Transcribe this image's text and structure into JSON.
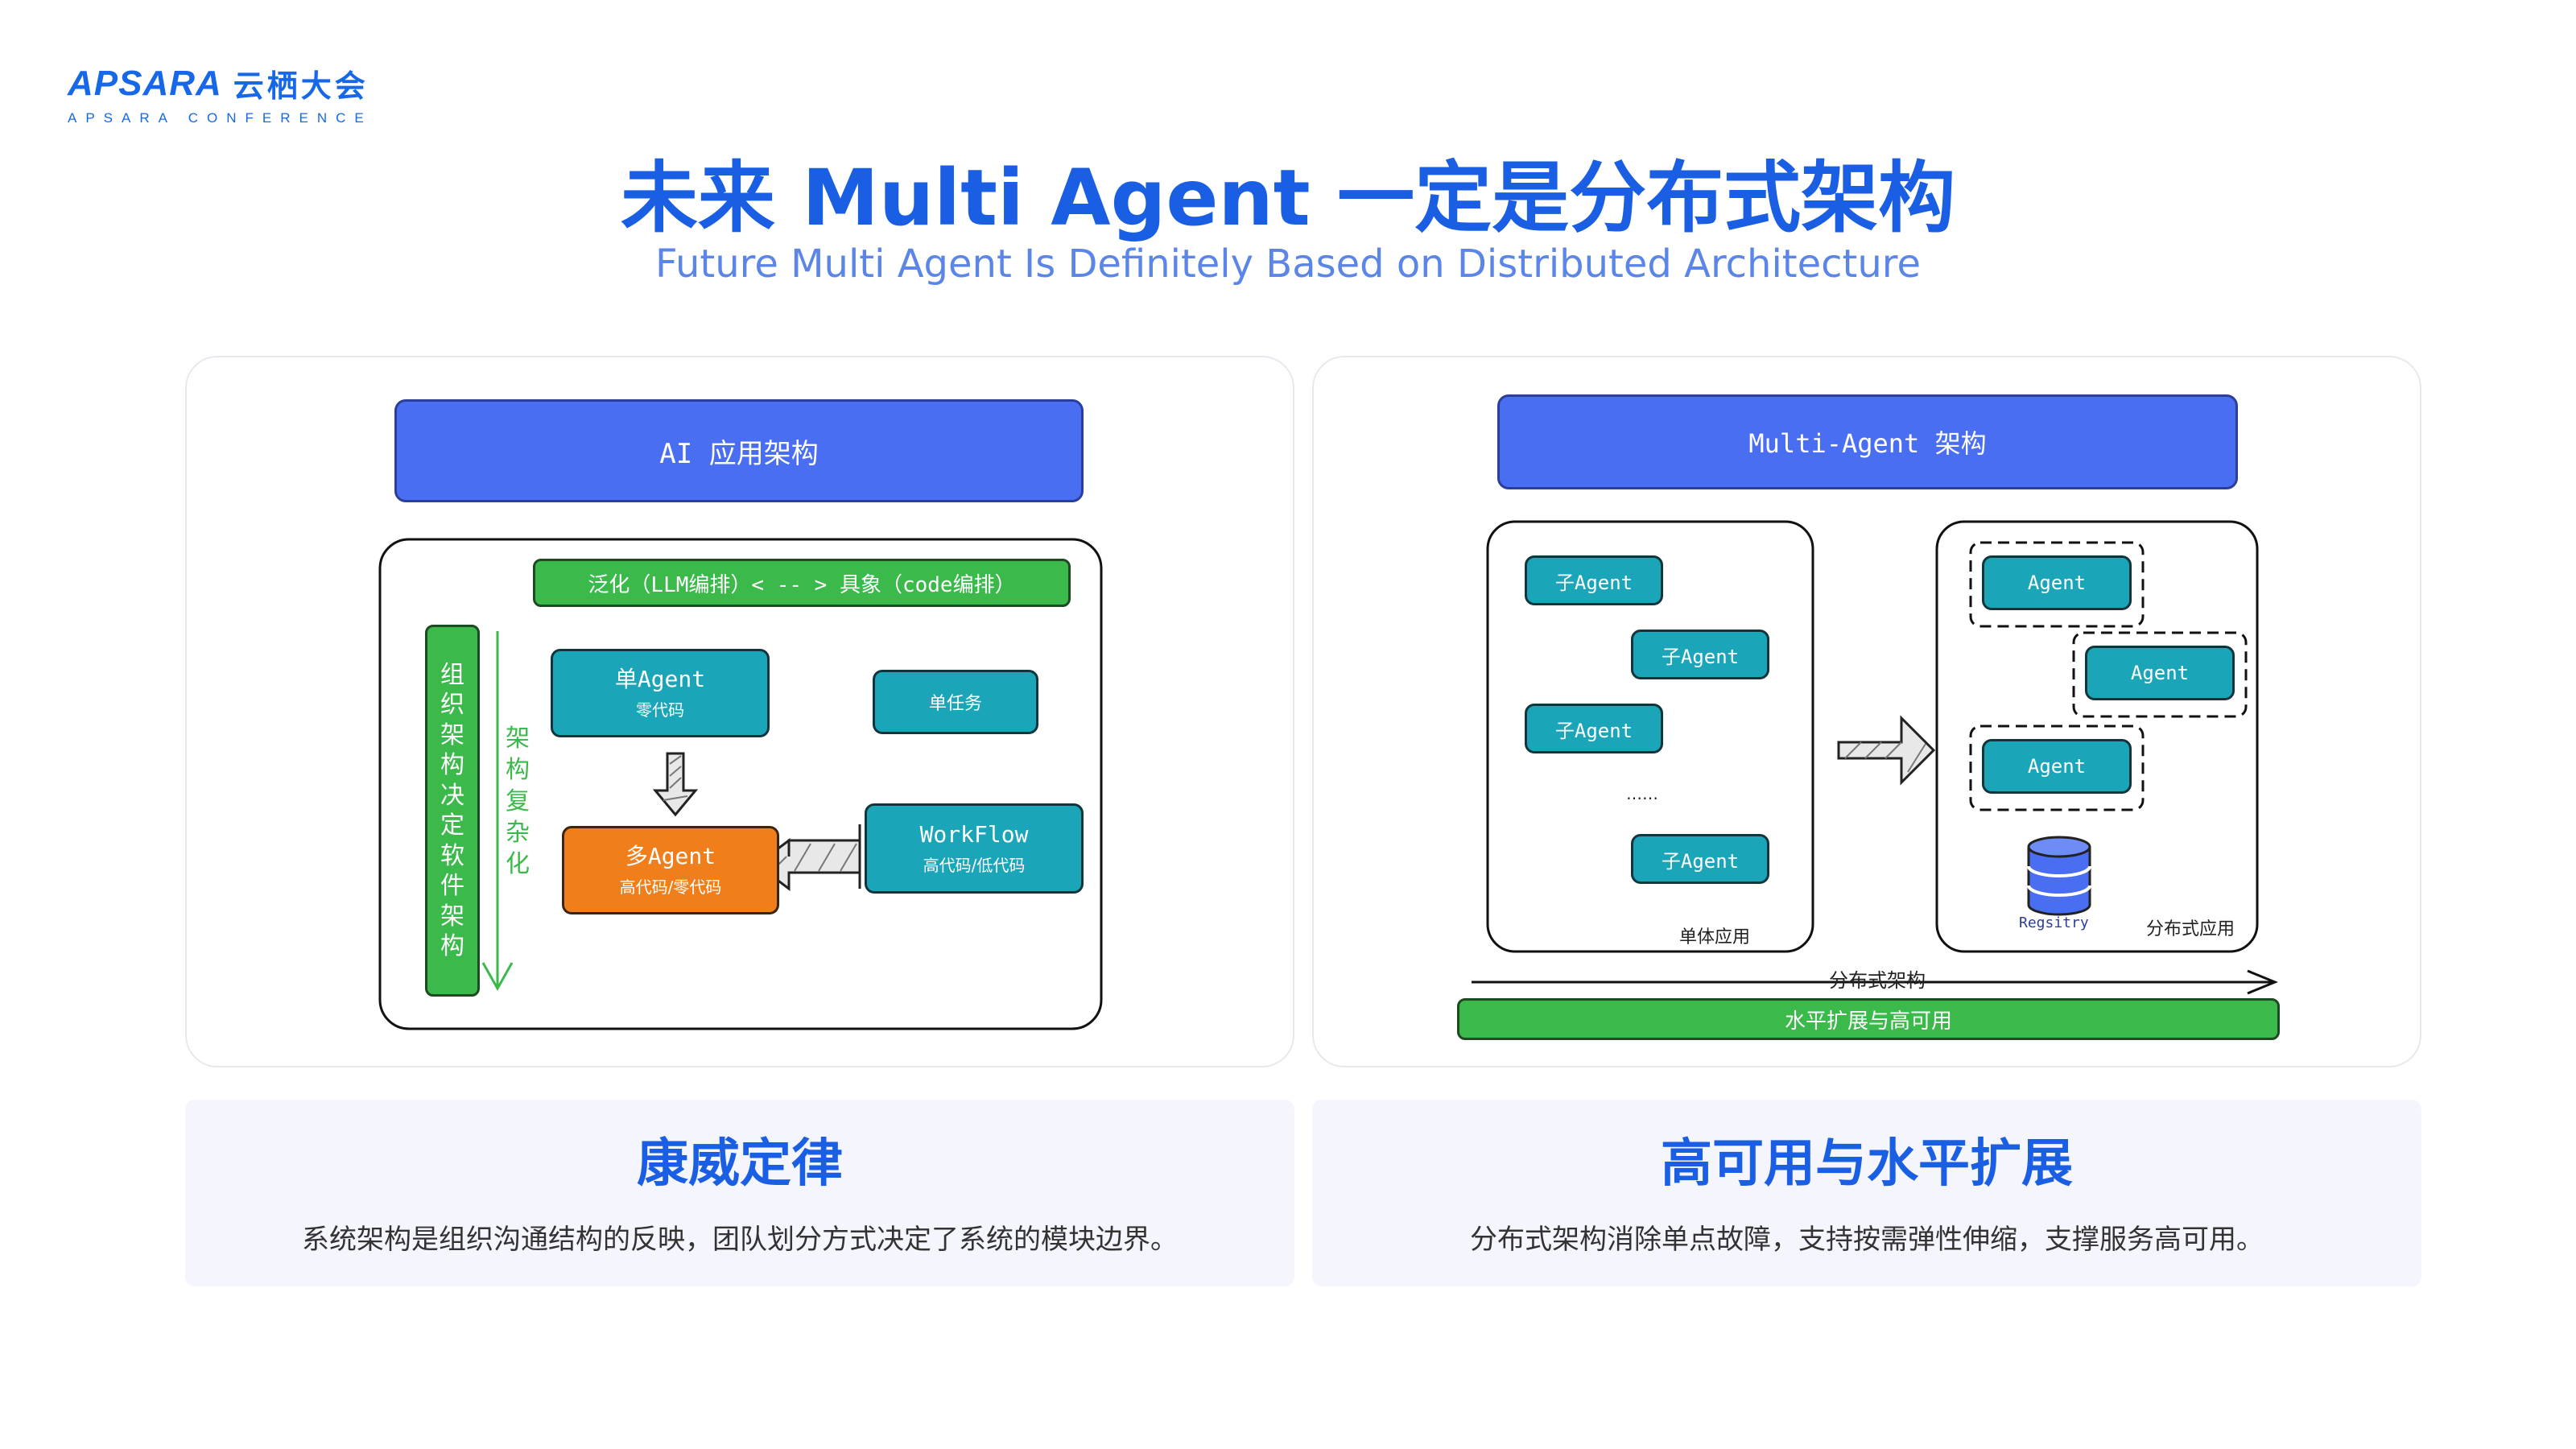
{
  "logo": {
    "brand": "APSARA",
    "cn": "云栖大会",
    "sub": "APSARA  CONFERENCE"
  },
  "title": "未来 Multi Agent 一定是分布式架构",
  "subtitle": "Future Multi Agent Is Definitely Based on Distributed Architecture",
  "left_diagram": {
    "header": "AI 应用架构",
    "top_bar": "泛化（LLM编排）< -- > 具象（code编排）",
    "vertical_bar": "组织架构决定软件架构",
    "side_label": "架构复杂化",
    "single_agent": {
      "label": "单Agent",
      "sub": "零代码"
    },
    "single_task": {
      "label": "单任务"
    },
    "multi_agent": {
      "label": "多Agent",
      "sub": "高代码/零代码"
    },
    "workflow": {
      "label": "WorkFlow",
      "sub": "高代码/低代码"
    }
  },
  "right_diagram": {
    "header": "Multi-Agent 架构",
    "sub_agents": [
      "子Agent",
      "子Agent",
      "子Agent",
      "子Agent"
    ],
    "ellipsis": "……",
    "monolith_label": "单体应用",
    "agents": [
      "Agent",
      "Agent",
      "Agent"
    ],
    "registry": "Regsitry",
    "distributed_label": "分布式应用",
    "arch_label": "分布式架构",
    "scale_bar": "水平扩展与高可用"
  },
  "cards": [
    {
      "title": "康威定律",
      "text": "系统架构是组织沟通结构的反映，团队划分方式决定了系统的模块边界。"
    },
    {
      "title": "高可用与水平扩展",
      "text": "分布式架构消除单点故障，支持按需弹性伸缩，支撑服务高可用。"
    }
  ],
  "colors": {
    "brand": "#1a5fe3",
    "header": "#4a6ef2",
    "teal": "#1aa6b8",
    "orange": "#f07f1b",
    "green": "#3cb94b"
  },
  "icons": [
    "database-icon",
    "hollow-arrow-down-icon",
    "hollow-arrow-left-icon",
    "hollow-arrow-right-icon"
  ]
}
